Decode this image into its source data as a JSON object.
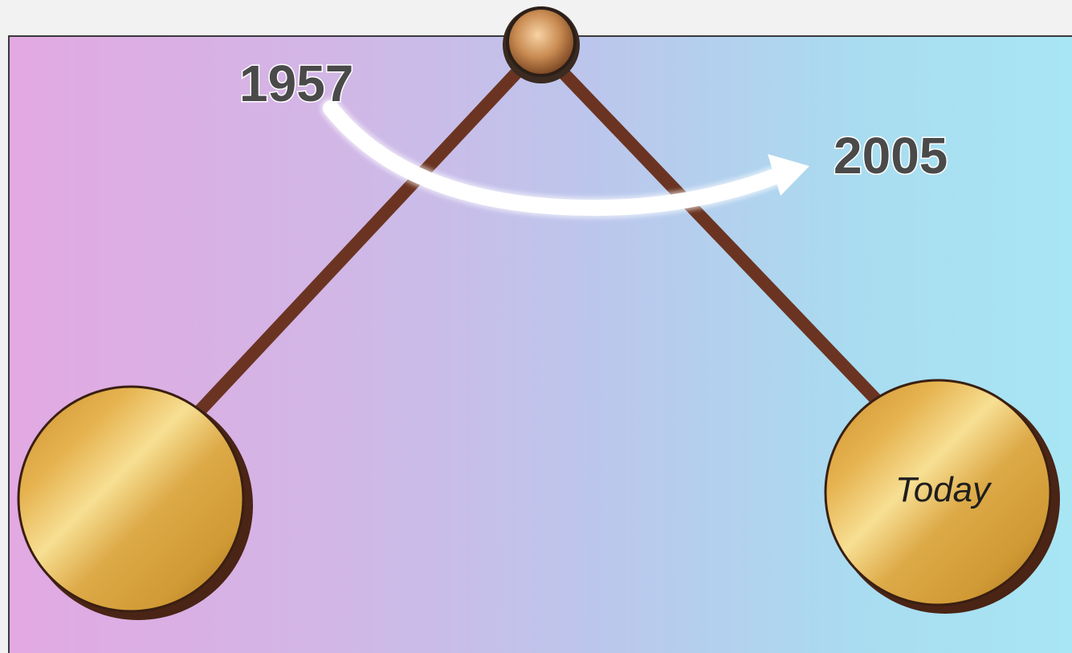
{
  "diagram": {
    "labels": {
      "start_year": "1957",
      "end_year": "2005",
      "right_bob": "Today"
    },
    "colors": {
      "background_left": "#e2a9e2",
      "background_right": "#a8e6f4",
      "rod": "#6b3422",
      "bob_gold": "#d9a83e",
      "arrow": "#ffffff",
      "year_text": "#4a4a4a"
    },
    "icons": {
      "pivot": "pivot-knob",
      "arrow": "curved-arrow"
    }
  }
}
